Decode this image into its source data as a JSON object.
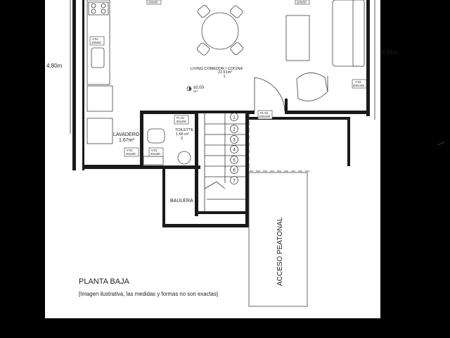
{
  "dimensions": {
    "left": "4,80m",
    "right": "3,55m"
  },
  "rooms": {
    "living": {
      "name": "LIVING COMEDOR / COCINA",
      "area": "22.51m²",
      "number": "1"
    },
    "lavadero": {
      "name": "LAVADERO",
      "area": "1.67m²"
    },
    "toilette": {
      "name": "TOILETTE",
      "area": "1.65 m²",
      "number": "2"
    },
    "baulera": {
      "name": "BAULERA"
    },
    "acceso": {
      "name": "ACCESO PEATONAL"
    }
  },
  "level_mark": "±0.00",
  "level_sub": "NPT",
  "tags": {
    "v_top_left": [
      "",
      "200x50"
    ],
    "v_top_right": [
      "",
      "200x50"
    ],
    "v_kitchen": [
      "V-01",
      "100x50"
    ],
    "v04": [
      "V-04",
      "200x150"
    ],
    "pl01": [
      "PL-01",
      "80x200"
    ],
    "pl02": [
      "PL-02",
      "100x200"
    ],
    "v_lav": [
      "V-01",
      "40x180"
    ],
    "v_toil": [
      "V-01",
      "40x180"
    ]
  },
  "steps": [
    "1",
    "2",
    "3",
    "4",
    "5",
    "6",
    "7"
  ],
  "title": "PLANTA BAJA",
  "disclaimer": "[Imagen ilustrativa, las medidas y formas no son exactas]",
  "colors": {
    "background": "#000000",
    "sheet": "#ffffff",
    "walls": "#1a1a1a"
  }
}
